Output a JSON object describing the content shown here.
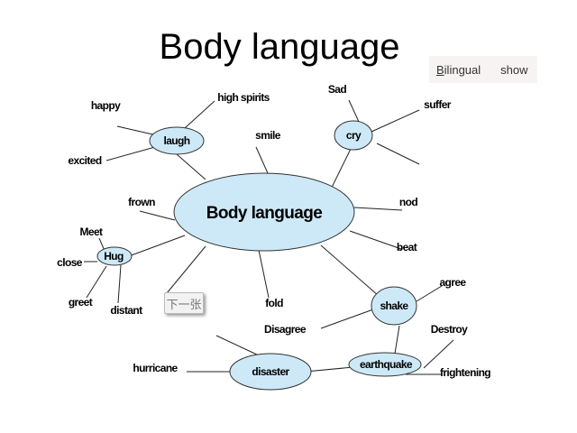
{
  "title": "Body language",
  "bilingual_bar": {
    "bilingual_label": "Bilingual",
    "show_label": "show"
  },
  "next_button": "下一张",
  "diagram": {
    "center": "Body language",
    "nodes": {
      "laugh": "laugh",
      "cry": "cry",
      "hug": "Hug",
      "shake": "shake",
      "earthquake": "earthquake",
      "disaster": "disaster"
    },
    "labels": {
      "happy": "happy",
      "high_spirits": "high spirits",
      "excited": "excited",
      "smile": "smile",
      "sad": "Sad",
      "suffer": "suffer",
      "frown": "frown",
      "nod": "nod",
      "beat": "beat",
      "meet": "Meet",
      "close": "close",
      "greet": "greet",
      "distant": "distant",
      "fold": "fold",
      "agree": "agree",
      "disagree": "Disagree",
      "destroy": "Destroy",
      "hurricane": "hurricane",
      "frightening": "frightening"
    }
  }
}
